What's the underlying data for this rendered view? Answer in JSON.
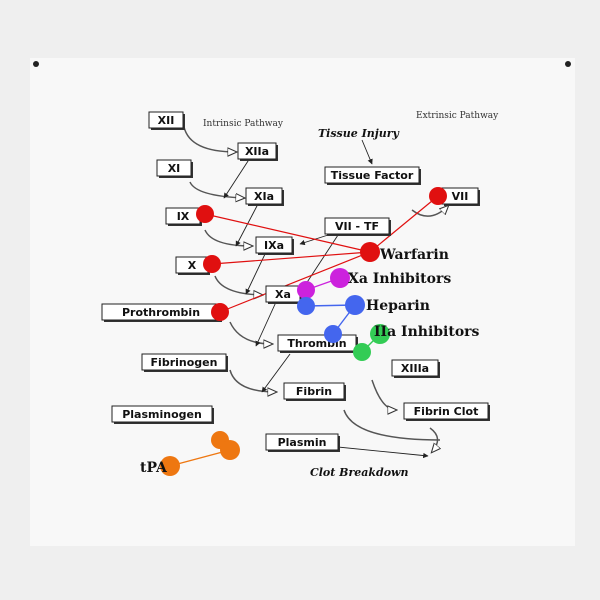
{
  "pathways": {
    "intrinsic": "Intrinsic Pathway",
    "extrinsic": "Extrinsic Pathway"
  },
  "labels": {
    "tissue_injury": "Tissue Injury",
    "clot_breakdown": "Clot Breakdown"
  },
  "factors": {
    "xii": "XII",
    "xiia": "XIIa",
    "xi": "XI",
    "xia": "XIa",
    "ix": "IX",
    "ixa": "IXa",
    "x": "X",
    "xa": "Xa",
    "prothrombin": "Prothrombin",
    "thrombin": "Thrombin",
    "fibrinogen": "Fibrinogen",
    "fibrin": "Fibrin",
    "xiiia": "XIIIa",
    "fibrin_clot": "Fibrin Clot",
    "plasminogen": "Plasminogen",
    "plasmin": "Plasmin",
    "tissue_factor": "Tissue Factor",
    "vii": "VII",
    "vii_tf": "VII - TF"
  },
  "drugs": {
    "warfarin": "Warfarin",
    "xa_inhibitors": "Xa Inhibitors",
    "heparin": "Heparin",
    "iia_inhibitors": "IIa Inhibitors",
    "tpa": "tPA"
  },
  "colors": {
    "background": "#efefef",
    "tapestry": "#f7f7f7",
    "warfarin": "#e01010",
    "xa_inhibitors": "#cc22dd",
    "heparin": "#4466ee",
    "iia_inhibitors": "#33cc55",
    "tpa": "#ee7711"
  }
}
